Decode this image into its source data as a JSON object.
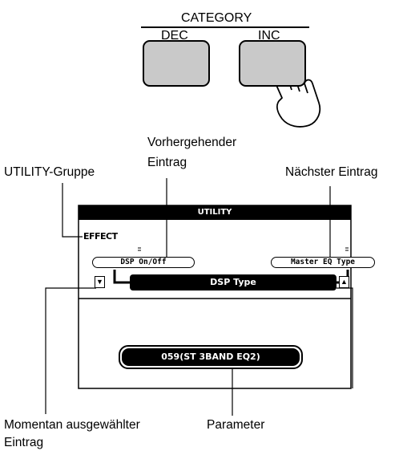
{
  "category": {
    "title": "CATEGORY",
    "dec_label": "DEC",
    "inc_label": "INC"
  },
  "callouts": {
    "utility_group": "UTILITY-Gruppe",
    "previous_entry_line1": "Vorhergehender",
    "previous_entry_line2": "Eintrag",
    "next_entry": "Nächster Eintrag",
    "current_entry_line1": "Momentan ausgewählter",
    "current_entry_line2": "Eintrag",
    "parameter": "Parameter"
  },
  "display": {
    "header": "UTILITY",
    "group": "EFFECT",
    "previous_item": "DSP On/Off",
    "next_item": "Master EQ Type",
    "current_item": "DSP Type",
    "parameter_value": "059(ST 3BAND EQ2)",
    "scroll_down_symbol": "▼",
    "scroll_up_symbol": "▲"
  }
}
